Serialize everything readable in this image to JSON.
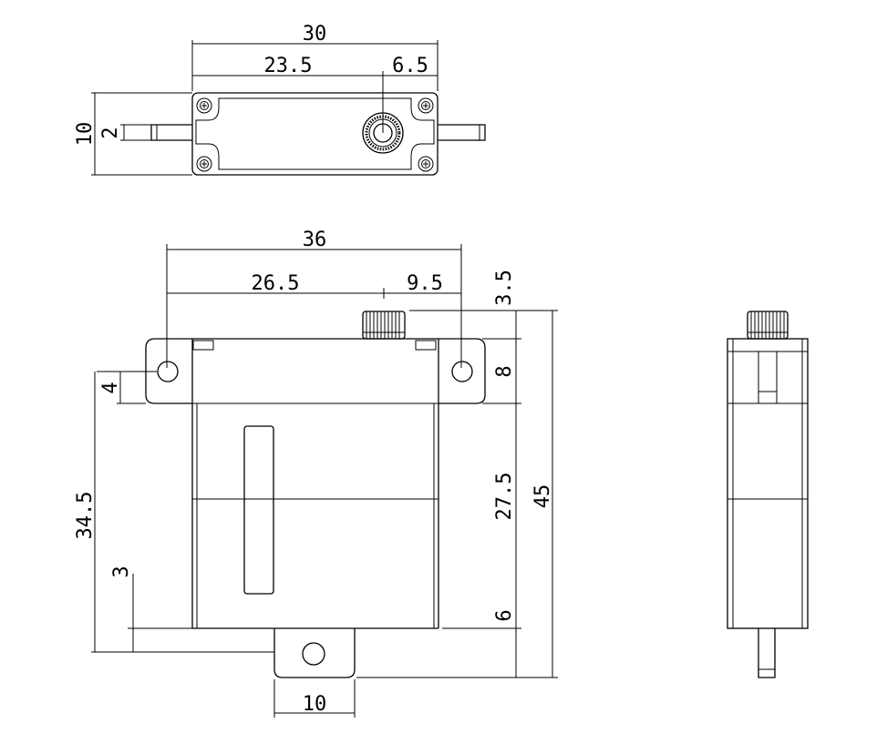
{
  "colors": {
    "line": "#000000",
    "background": "#ffffff"
  },
  "top_view": {
    "dim_overall_width": "30",
    "dim_body_to_shaft": "23.5",
    "dim_shaft_to_edge": "6.5",
    "dim_depth": "10",
    "dim_tab_thickness": "2"
  },
  "front_view": {
    "dim_hole_spacing": "36",
    "dim_left_to_shaft": "26.5",
    "dim_shaft_to_hole": "9.5",
    "dim_spline_height": "3.5",
    "dim_flange_height": "8",
    "dim_body_height": "27.5",
    "dim_overall_height": "45",
    "dim_hole_offset": "4",
    "dim_hole_to_bottom": "34.5",
    "dim_bottom_offset": "3",
    "dim_bottom_step": "6",
    "dim_bottom_tab_width": "10"
  }
}
